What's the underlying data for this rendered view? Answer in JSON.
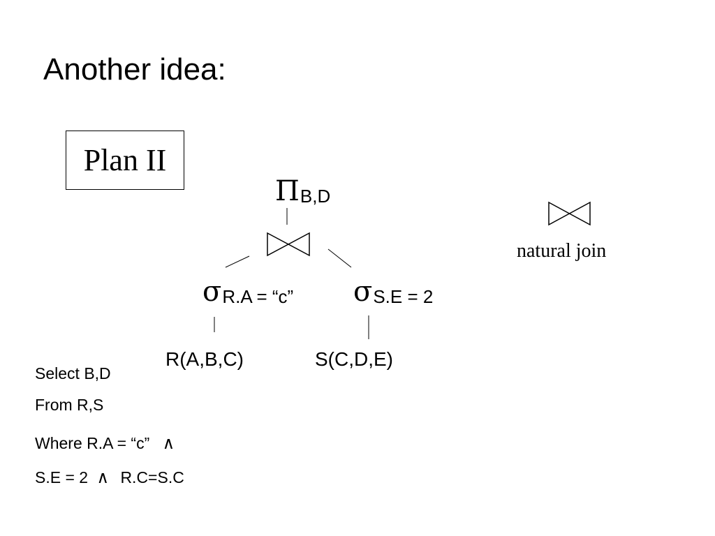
{
  "slide": {
    "title": "Another idea:",
    "plan_label": "Plan II"
  },
  "tree": {
    "projection": {
      "symbol": "Π",
      "subscript": "B,D"
    },
    "join": {
      "symbol": "⋈"
    },
    "left_selection": {
      "symbol": "σ",
      "subscript": "R.A = “c”"
    },
    "right_selection": {
      "symbol": "σ",
      "subscript": "S.E = 2"
    },
    "left_relation": "R(A,B,C)",
    "right_relation": "S(C,D,E)"
  },
  "legend": {
    "label": "natural join"
  },
  "query": {
    "select_line": "Select B,D",
    "from_line": "From R,S",
    "where_line": "Where R.A = “c”",
    "and_symbol": "∧",
    "condition_line_start": "S.E = 2",
    "condition_line_end": "R.C=S.C"
  }
}
